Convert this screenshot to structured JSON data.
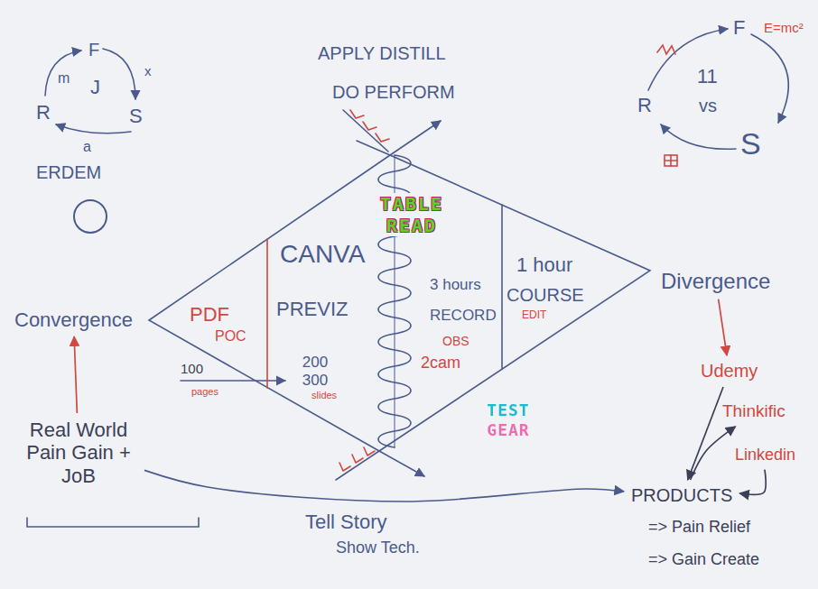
{
  "diagram": {
    "nodes": [
      {
        "text": [
          "Convergence"
        ]
      },
      {
        "text": [
          "Divergence"
        ]
      },
      {
        "text": [
          "Udemy"
        ]
      },
      {
        "text": [
          "Thinkific"
        ]
      },
      {
        "text": [
          "Linkedin"
        ]
      },
      {
        "text": [
          "PRODUCTS"
        ]
      },
      {
        "text": [
          "Real World Pain Gain + JoB"
        ]
      }
    ],
    "edges": [
      {
        "from": 6,
        "to": 0,
        "arrow": "to"
      },
      {
        "from": 6,
        "to": 5,
        "arrow": "to"
      },
      {
        "from": 1,
        "to": 2,
        "arrow": "to"
      },
      {
        "from": 2,
        "to": 5,
        "arrow": "to"
      },
      {
        "from": 4,
        "to": 5,
        "arrow": "to"
      },
      {
        "from": 5,
        "to": 3,
        "arrow": "to"
      }
    ],
    "labels": [
      "F",
      "x",
      "S",
      "a",
      "R",
      "m",
      "J",
      "ERDEM",
      "APPLY DISTILL",
      "DO PERFORM",
      "F",
      "E=mc²",
      "S",
      "R",
      "11",
      "vs",
      "TABLE READ",
      "CANVA",
      "PDF",
      "POC",
      "PREVIZ",
      "100",
      "pages",
      "200 300",
      "slides",
      "3 hours",
      "RECORD",
      "OBS",
      "2cam",
      "1 hour",
      "COURSE",
      "EDIT",
      "TEST GEAR",
      "Tell Story",
      "Show Tech.",
      "=> Pain Relief",
      "=> Gain Create"
    ]
  }
}
